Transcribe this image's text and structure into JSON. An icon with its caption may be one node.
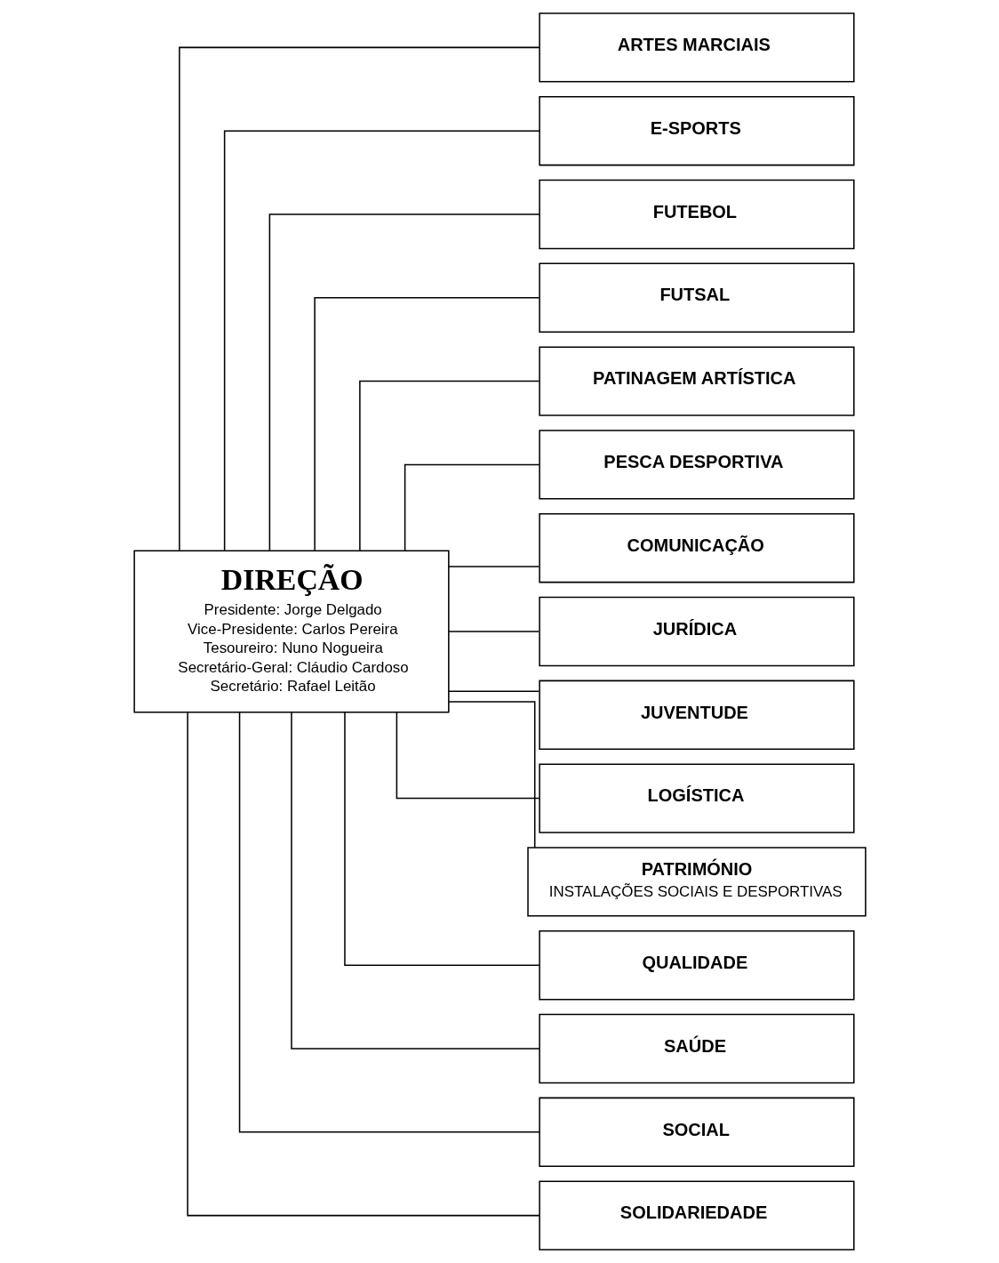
{
  "diagram": {
    "nodes": [
      {
        "text": [
          "DIREÇÃO",
          "Presidente: Jorge Delgado",
          "Vice-Presidente: Carlos Pereira",
          "Tesoureiro: Nuno Nogueira",
          "Secretário-Geral: Cláudio Cardoso",
          "Secretário: Rafael Leitão"
        ]
      },
      {
        "text": [
          "ARTES MARCIAIS"
        ]
      },
      {
        "text": [
          "E-SPORTS"
        ]
      },
      {
        "text": [
          "FUTEBOL"
        ]
      },
      {
        "text": [
          "FUTSAL"
        ]
      },
      {
        "text": [
          "PATINAGEM ARTÍSTICA"
        ]
      },
      {
        "text": [
          "PESCA DESPORTIVA"
        ]
      },
      {
        "text": [
          "COMUNICAÇÃO"
        ]
      },
      {
        "text": [
          "JURÍDICA"
        ]
      },
      {
        "text": [
          "JUVENTUDE"
        ]
      },
      {
        "text": [
          "LOGÍSTICA"
        ]
      },
      {
        "text": [
          "PATRIMÓNIO",
          "INSTALAÇÕES SOCIAIS E DESPORTIVAS"
        ]
      },
      {
        "text": [
          "QUALIDADE"
        ]
      },
      {
        "text": [
          "SAÚDE"
        ]
      },
      {
        "text": [
          "SOCIAL"
        ]
      },
      {
        "text": [
          "SOLIDARIEDADE"
        ]
      }
    ],
    "edges": [
      {
        "from": 0,
        "to": 1,
        "arrow": "none"
      },
      {
        "from": 0,
        "to": 2,
        "arrow": "none"
      },
      {
        "from": 0,
        "to": 3,
        "arrow": "none"
      },
      {
        "from": 0,
        "to": 4,
        "arrow": "none"
      },
      {
        "from": 0,
        "to": 5,
        "arrow": "none"
      },
      {
        "from": 0,
        "to": 6,
        "arrow": "none"
      },
      {
        "from": 0,
        "to": 7,
        "arrow": "none"
      },
      {
        "from": 0,
        "to": 8,
        "arrow": "none"
      },
      {
        "from": 0,
        "to": 9,
        "arrow": "none"
      },
      {
        "from": 0,
        "to": 10,
        "arrow": "none"
      },
      {
        "from": 0,
        "to": 11,
        "arrow": "none"
      },
      {
        "from": 0,
        "to": 12,
        "arrow": "none"
      },
      {
        "from": 0,
        "to": 13,
        "arrow": "none"
      },
      {
        "from": 0,
        "to": 14,
        "arrow": "none"
      },
      {
        "from": 0,
        "to": 15,
        "arrow": "none"
      }
    ]
  }
}
